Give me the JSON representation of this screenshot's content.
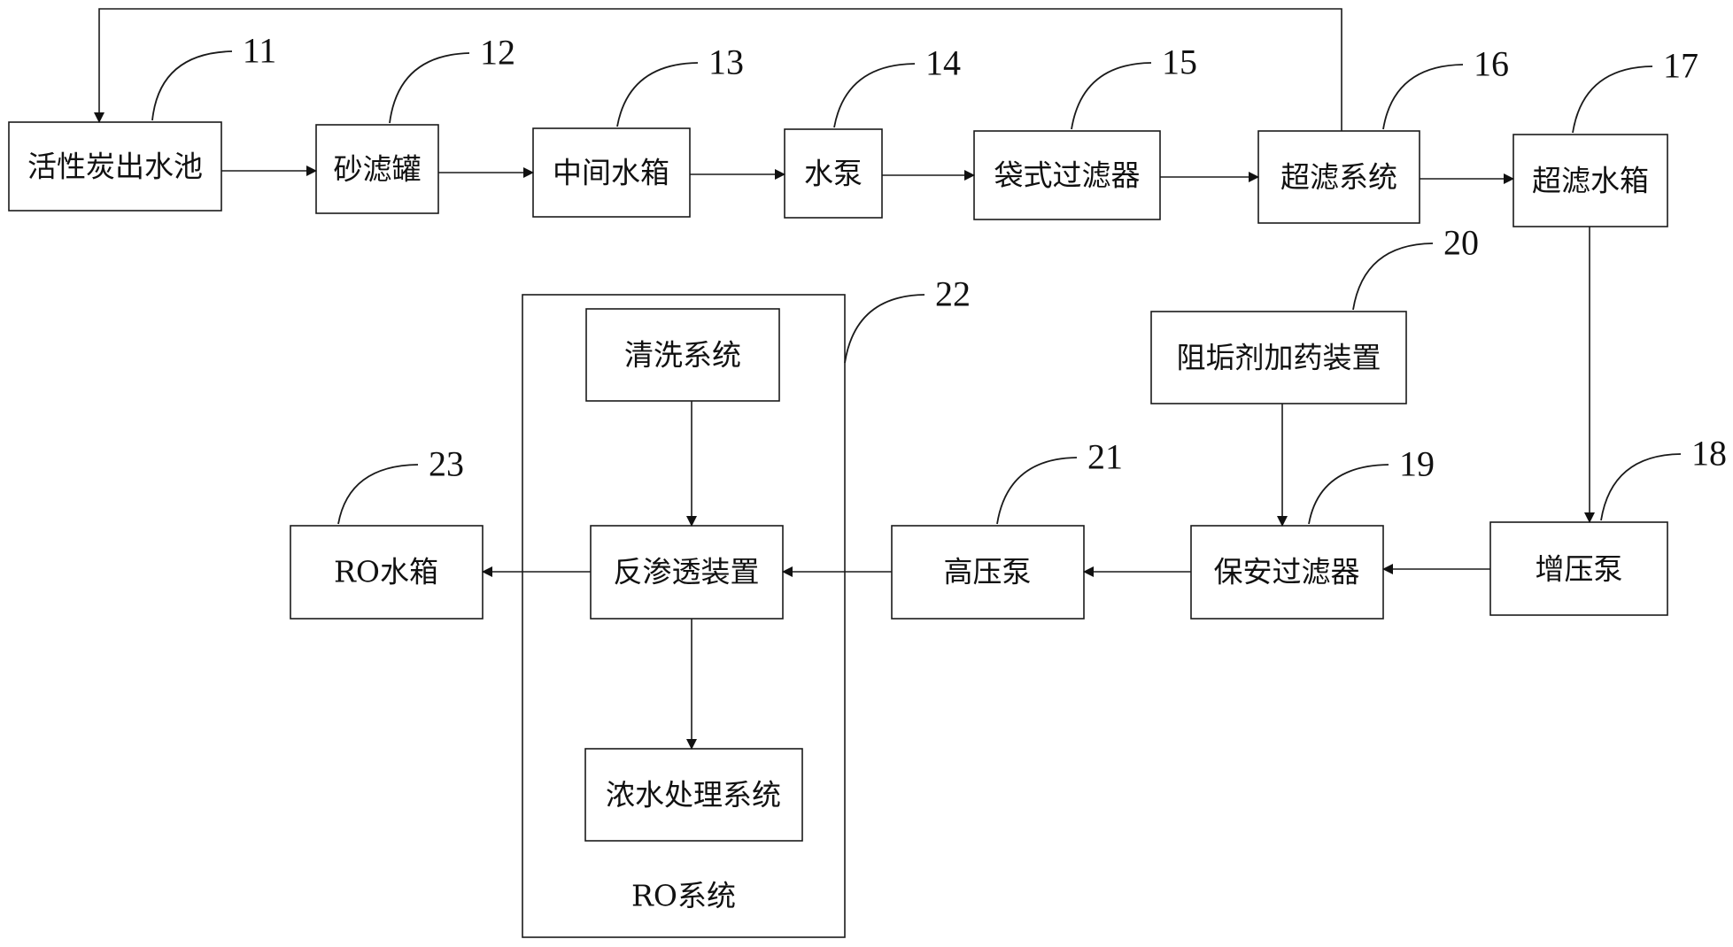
{
  "nodes": {
    "activated_carbon_pool": {
      "label": "活性炭出水池",
      "ref": "11"
    },
    "sand_filter_tank": {
      "label": "砂滤罐",
      "ref": "12"
    },
    "intermediate_tank": {
      "label": "中间水箱",
      "ref": "13"
    },
    "water_pump": {
      "label": "水泵",
      "ref": "14"
    },
    "bag_filter": {
      "label": "袋式过滤器",
      "ref": "15"
    },
    "uf_system": {
      "label": "超滤系统",
      "ref": "16"
    },
    "uf_tank": {
      "label": "超滤水箱",
      "ref": "17"
    },
    "booster_pump": {
      "label": "增压泵",
      "ref": "18"
    },
    "security_filter": {
      "label": "保安过滤器",
      "ref": "19"
    },
    "antiscalant_dosing": {
      "label": "阻垢剂加药装置",
      "ref": "20"
    },
    "high_pressure_pump": {
      "label": "高压泵",
      "ref": "21"
    },
    "ro_system": {
      "label": "RO系统",
      "ref": "22"
    },
    "cleaning_system": {
      "label": "清洗系统"
    },
    "reverse_osmosis_device": {
      "label": "反渗透装置"
    },
    "concentrate_treatment": {
      "label": "浓水处理系统"
    },
    "ro_tank": {
      "label": "RO水箱",
      "ref": "23"
    }
  }
}
